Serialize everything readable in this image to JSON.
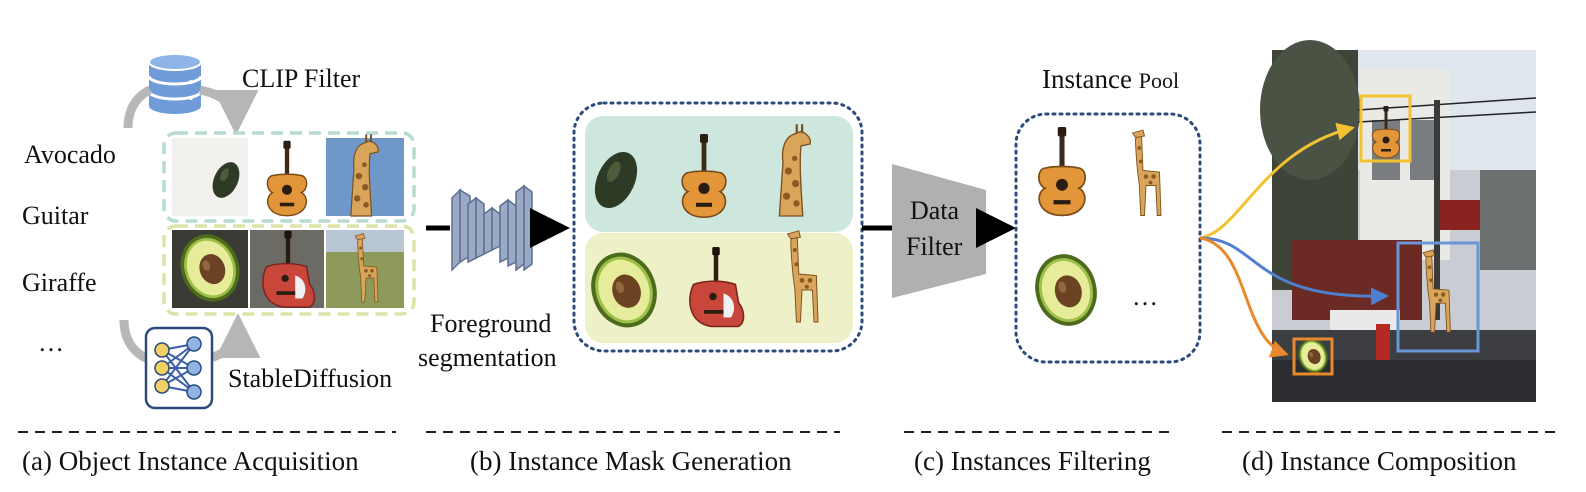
{
  "acquisition": {
    "categories": [
      "Avocado",
      "Guitar",
      "Giraffe",
      "…"
    ],
    "clip_filter_label": "CLIP Filter",
    "generator_label": "StableDiffusion",
    "database_icon": "database-icon",
    "network_icon": "neural-network-icon"
  },
  "segmentation": {
    "label_line1": "Foreground",
    "label_line2": "segmentation",
    "network_icon": "encoder-decoder-icon"
  },
  "data_filter": {
    "label_line1": "Data",
    "label_line2": "Filter"
  },
  "instance_pool": {
    "title_main": "Instance",
    "title_small": "Pool",
    "ellipsis": "…"
  },
  "captions": {
    "a": "(a) Object Instance Acquisition",
    "b": "(b) Instance Mask Generation",
    "c": "(c) Instances Filtering",
    "d": "(d)  Instance Composition"
  },
  "colors": {
    "clip_box_border": "#b7dccd",
    "sd_box_border": "#dfe2a8",
    "mask_top_bg": "#cde7df",
    "mask_bottom_bg": "#eef0c8",
    "dotted_border": "#2c4a7c",
    "box_yellow": "#f2c230",
    "box_blue": "#6a96d8",
    "box_orange": "#e8892e",
    "arrow_gray": "#b7b7b7",
    "filter_gray": "#b0b0b0"
  }
}
